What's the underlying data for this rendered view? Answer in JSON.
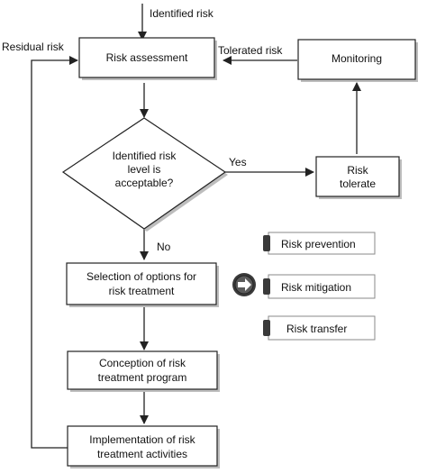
{
  "labels": {
    "identified_risk": "Identified risk",
    "residual_risk": "Residual risk",
    "tolerated_risk": "Tolerated risk",
    "yes": "Yes",
    "no": "No"
  },
  "boxes": {
    "risk_assessment": "Risk assessment",
    "monitoring": "Monitoring",
    "risk_tolerate_1": "Risk",
    "risk_tolerate_2": "tolerate",
    "selection_1": "Selection of options for",
    "selection_2": "risk treatment",
    "conception_1": "Conception of risk",
    "conception_2": "treatment program",
    "implementation_1": "Implementation of risk",
    "implementation_2": "treatment activities"
  },
  "decision": {
    "line1": "Identified risk",
    "line2": "level is",
    "line3": "acceptable?"
  },
  "options": {
    "prevention": "Risk prevention",
    "mitigation": "Risk mitigation",
    "transfer": "Risk transfer"
  },
  "icons": {
    "arrow_circle": "arrow-circle-icon",
    "tab_marker": "tab-marker-icon"
  },
  "colors": {
    "line": "#222222",
    "box_fill": "#ffffff",
    "shadow": "#bdbdbd",
    "icon_dark": "#3a3a3a",
    "option_border": "#8a8a8a"
  }
}
